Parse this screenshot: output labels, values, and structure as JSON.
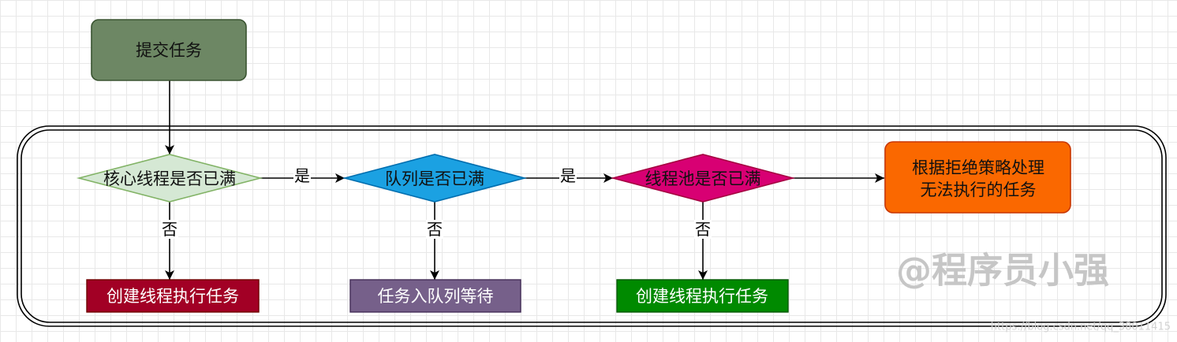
{
  "diagram": {
    "start": {
      "label": "提交任务",
      "fill": "#6d8764",
      "stroke": "#3a5431"
    },
    "decisions": [
      {
        "label": "核心线程是否已满",
        "fill": "#d5e8d4",
        "stroke": "#82b366",
        "yes": "是",
        "no": "否"
      },
      {
        "label": "队列是否已满",
        "fill": "#1ba1e2",
        "stroke": "#006eaf",
        "yes": "是",
        "no": "否"
      },
      {
        "label": "线程池是否已满",
        "fill": "#d80073",
        "stroke": "#a50040",
        "no": "否"
      }
    ],
    "actions": [
      {
        "label": "创建线程执行任务",
        "fill": "#a20025",
        "stroke": "#6f0000"
      },
      {
        "label": "任务入队列等待",
        "fill": "#76608a",
        "stroke": "#432d57"
      },
      {
        "label": "创建线程执行任务",
        "fill": "#008a00",
        "stroke": "#005700"
      }
    ],
    "reject": {
      "lines": [
        "根据拒绝策略处理",
        "无法执行的任务"
      ],
      "fill": "#fa6800",
      "stroke": "#c73500"
    }
  },
  "watermark": {
    "text": "@程序员小强",
    "url": "https://blog.csdn.net/qq_38011415"
  }
}
